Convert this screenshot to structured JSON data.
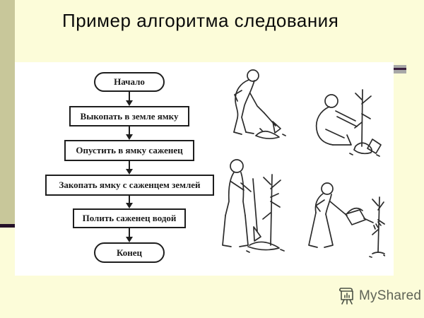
{
  "slide": {
    "title": "Пример алгоритма следования"
  },
  "flowchart": {
    "nodes": [
      {
        "type": "terminator",
        "label": "Начало"
      },
      {
        "type": "process",
        "label": "Выкопать в земле ямку"
      },
      {
        "type": "process",
        "label": "Опустить в ямку саженец"
      },
      {
        "type": "process",
        "label": "Закопать ямку с саженцем землей"
      },
      {
        "type": "process",
        "label": "Полить саженец водой"
      },
      {
        "type": "terminator",
        "label": "Конец"
      }
    ]
  },
  "illustrations": [
    {
      "name": "boy-digging-hole-illustration"
    },
    {
      "name": "boy-planting-seedling-illustration"
    },
    {
      "name": "boy-filling-hole-with-shovel-illustration"
    },
    {
      "name": "boy-watering-seedling-illustration"
    }
  ],
  "watermark": {
    "icon": "myshared-logo-icon",
    "label": "MyShared"
  },
  "colors": {
    "background": "#fcfcd9",
    "left_bar": "#c8c79a",
    "left_bar_underline": "#241028",
    "panel": "#ffffff",
    "deco_gray": "#a8a8a8",
    "deco_line": "#3a1f3e",
    "flow_line": "#1e1e1e",
    "watermark_text": "#5f6356"
  }
}
